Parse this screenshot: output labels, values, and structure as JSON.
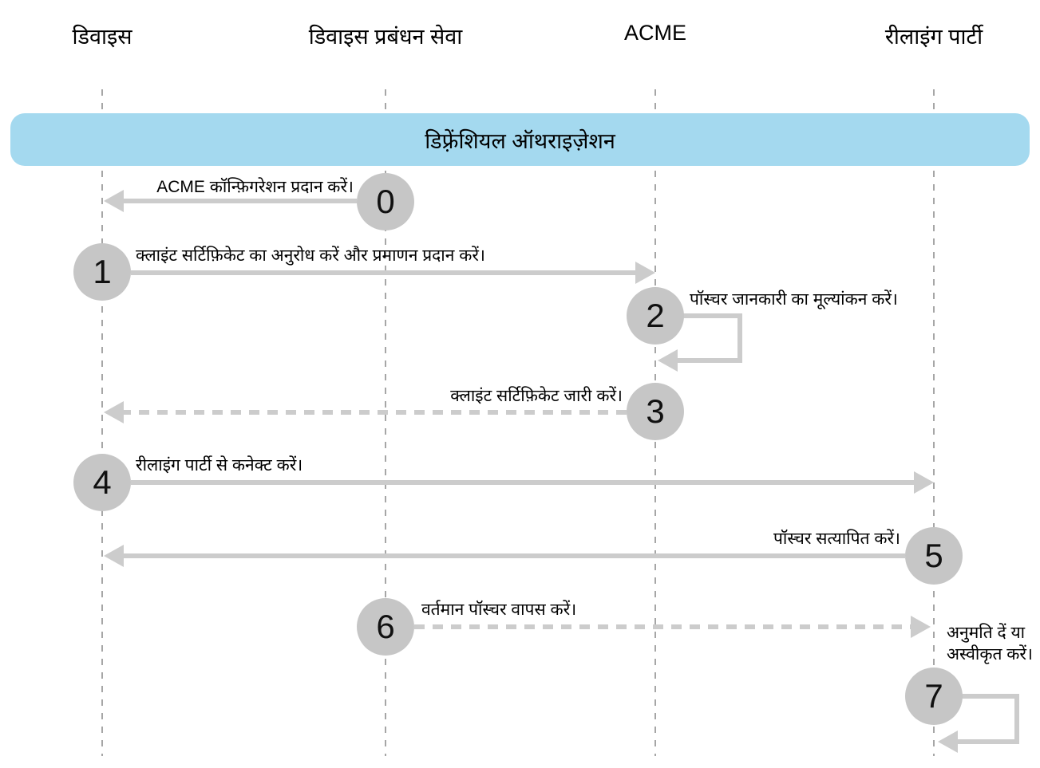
{
  "diagram_title": "डिफ़्रेंशियल ऑथराइज़ेशन",
  "actors": [
    {
      "id": "device",
      "label": "डिवाइस"
    },
    {
      "id": "mdm",
      "label": "डिवाइस प्रबंधन सेवा"
    },
    {
      "id": "acme",
      "label": "ACME"
    },
    {
      "id": "relying",
      "label": "रीलाइंग पार्टी"
    }
  ],
  "banner": {
    "label": "डिफ़्रेंशियल ऑथराइज़ेशन"
  },
  "steps": [
    {
      "number": "0",
      "label": "ACME कॉन्फ़िगरेशन प्रदान करें।",
      "from": "mdm",
      "to": "device",
      "line": "solid"
    },
    {
      "number": "1",
      "label": "क्लाइंट सर्टिफ़िकेट का अनुरोध करें और प्रमाणन प्रदान करें।",
      "from": "device",
      "to": "acme",
      "line": "solid"
    },
    {
      "number": "2",
      "label": "पॉस्चर जानकारी का मूल्यांकन करें।",
      "from": "acme",
      "to": "acme",
      "line": "self-loop"
    },
    {
      "number": "3",
      "label": "क्लाइंट सर्टिफ़िकेट जारी करें।",
      "from": "acme",
      "to": "device",
      "line": "dashed"
    },
    {
      "number": "4",
      "label": "रीलाइंग पार्टी से कनेक्ट करें।",
      "from": "device",
      "to": "relying",
      "line": "solid"
    },
    {
      "number": "5",
      "label": "पॉस्चर सत्यापित करें।",
      "from": "relying",
      "to": "device",
      "line": "solid"
    },
    {
      "number": "6",
      "label": "वर्तमान पॉस्चर वापस करें।",
      "from": "mdm",
      "to": "relying",
      "line": "dashed"
    },
    {
      "number": "7",
      "label": "अनुमति दें या\nअस्वीकृत करें।",
      "from": "relying",
      "to": "relying",
      "line": "self-loop"
    }
  ],
  "colors": {
    "banner_bg": "#a4d9ef",
    "circle_bg": "#c6c6c6",
    "arrow": "#cccccc",
    "lifeline": "#a6a6a6",
    "text": "#000000"
  }
}
